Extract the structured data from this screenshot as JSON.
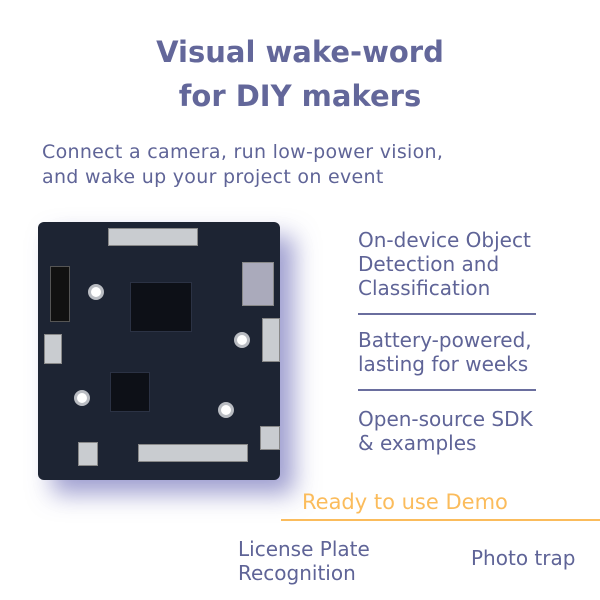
{
  "header": {
    "title_line1": "Visual wake-word",
    "title_line2": "for DIY makers"
  },
  "subtitle": {
    "line1": "Connect a camera, run low-power vision,",
    "line2": "and wake up your project on event"
  },
  "features": [
    {
      "line1": "On-device Object",
      "line2": "Detection and",
      "line3": "Classification"
    },
    {
      "line1": "Battery-powered,",
      "line2": "lasting for weeks"
    },
    {
      "line1": "Open-source SDK",
      "line2": "& examples"
    }
  ],
  "demo": {
    "heading": "Ready to use Demo",
    "items": [
      {
        "line1": "License Plate",
        "line2": "Recognition"
      },
      {
        "line1": "Photo trap"
      }
    ]
  },
  "colors": {
    "text": "#5f6497",
    "accent": "#fbbc5c",
    "board": "#1d2433"
  }
}
